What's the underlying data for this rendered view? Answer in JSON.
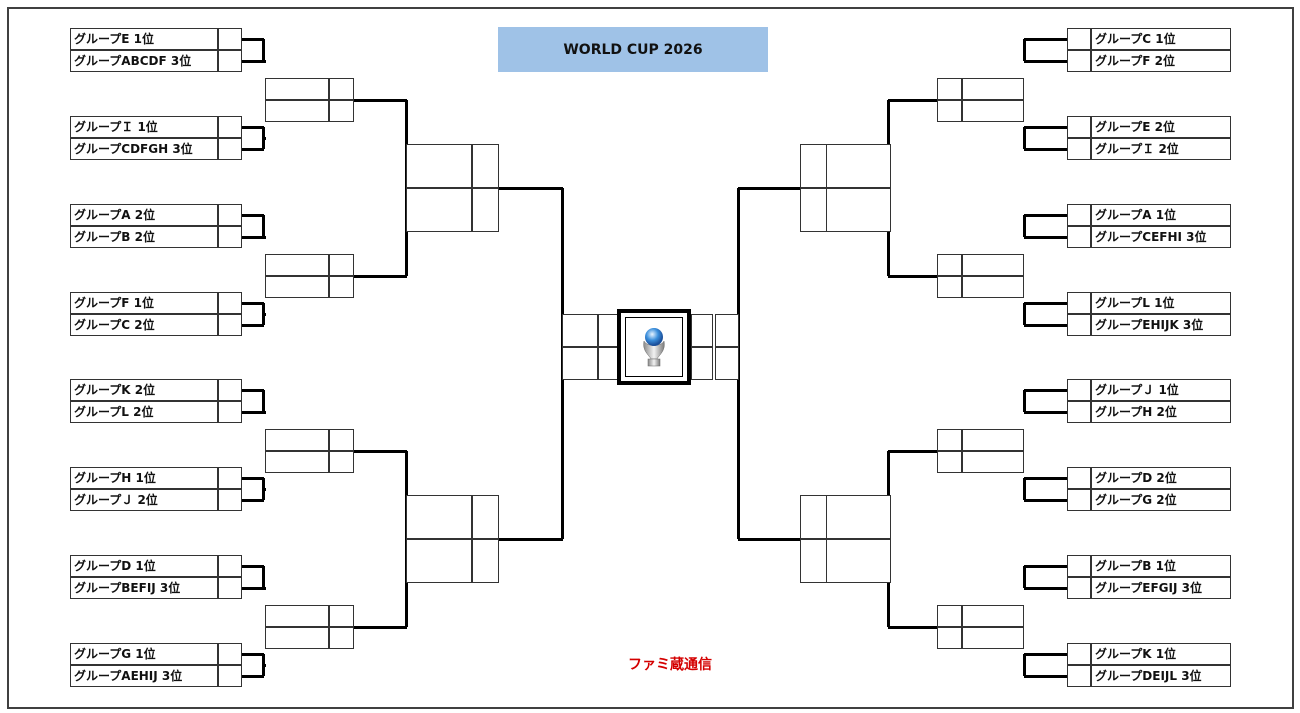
{
  "title": "WORLD CUP 2026",
  "credit": "ファミ蔵通信",
  "trophy_icon": "trophy-icon",
  "colors": {
    "title_bg": "#9fc2e7",
    "credit": "#d40000",
    "lines": "#000000"
  },
  "left_bracket": [
    [
      "グループE 1位",
      "グループABCDF 3位"
    ],
    [
      "グループＩ 1位",
      "グループCDFGH 3位"
    ],
    [
      "グループA 2位",
      "グループB 2位"
    ],
    [
      "グループF 1位",
      "グループC 2位"
    ],
    [
      "グループK 2位",
      "グループL 2位"
    ],
    [
      "グループH 1位",
      "グループＪ 2位"
    ],
    [
      "グループD 1位",
      "グループBEFIJ 3位"
    ],
    [
      "グループG 1位",
      "グループAEHIJ 3位"
    ]
  ],
  "right_bracket": [
    [
      "グループC 1位",
      "グループF 2位"
    ],
    [
      "グループE 2位",
      "グループＩ 2位"
    ],
    [
      "グループA 1位",
      "グループCEFHI 3位"
    ],
    [
      "グループL 1位",
      "グループEHIJK 3位"
    ],
    [
      "グループＪ 1位",
      "グループH 2位"
    ],
    [
      "グループD 2位",
      "グループG 2位"
    ],
    [
      "グループB 1位",
      "グループEFGIJ 3位"
    ],
    [
      "グループK 1位",
      "グループDEIJL 3位"
    ]
  ]
}
